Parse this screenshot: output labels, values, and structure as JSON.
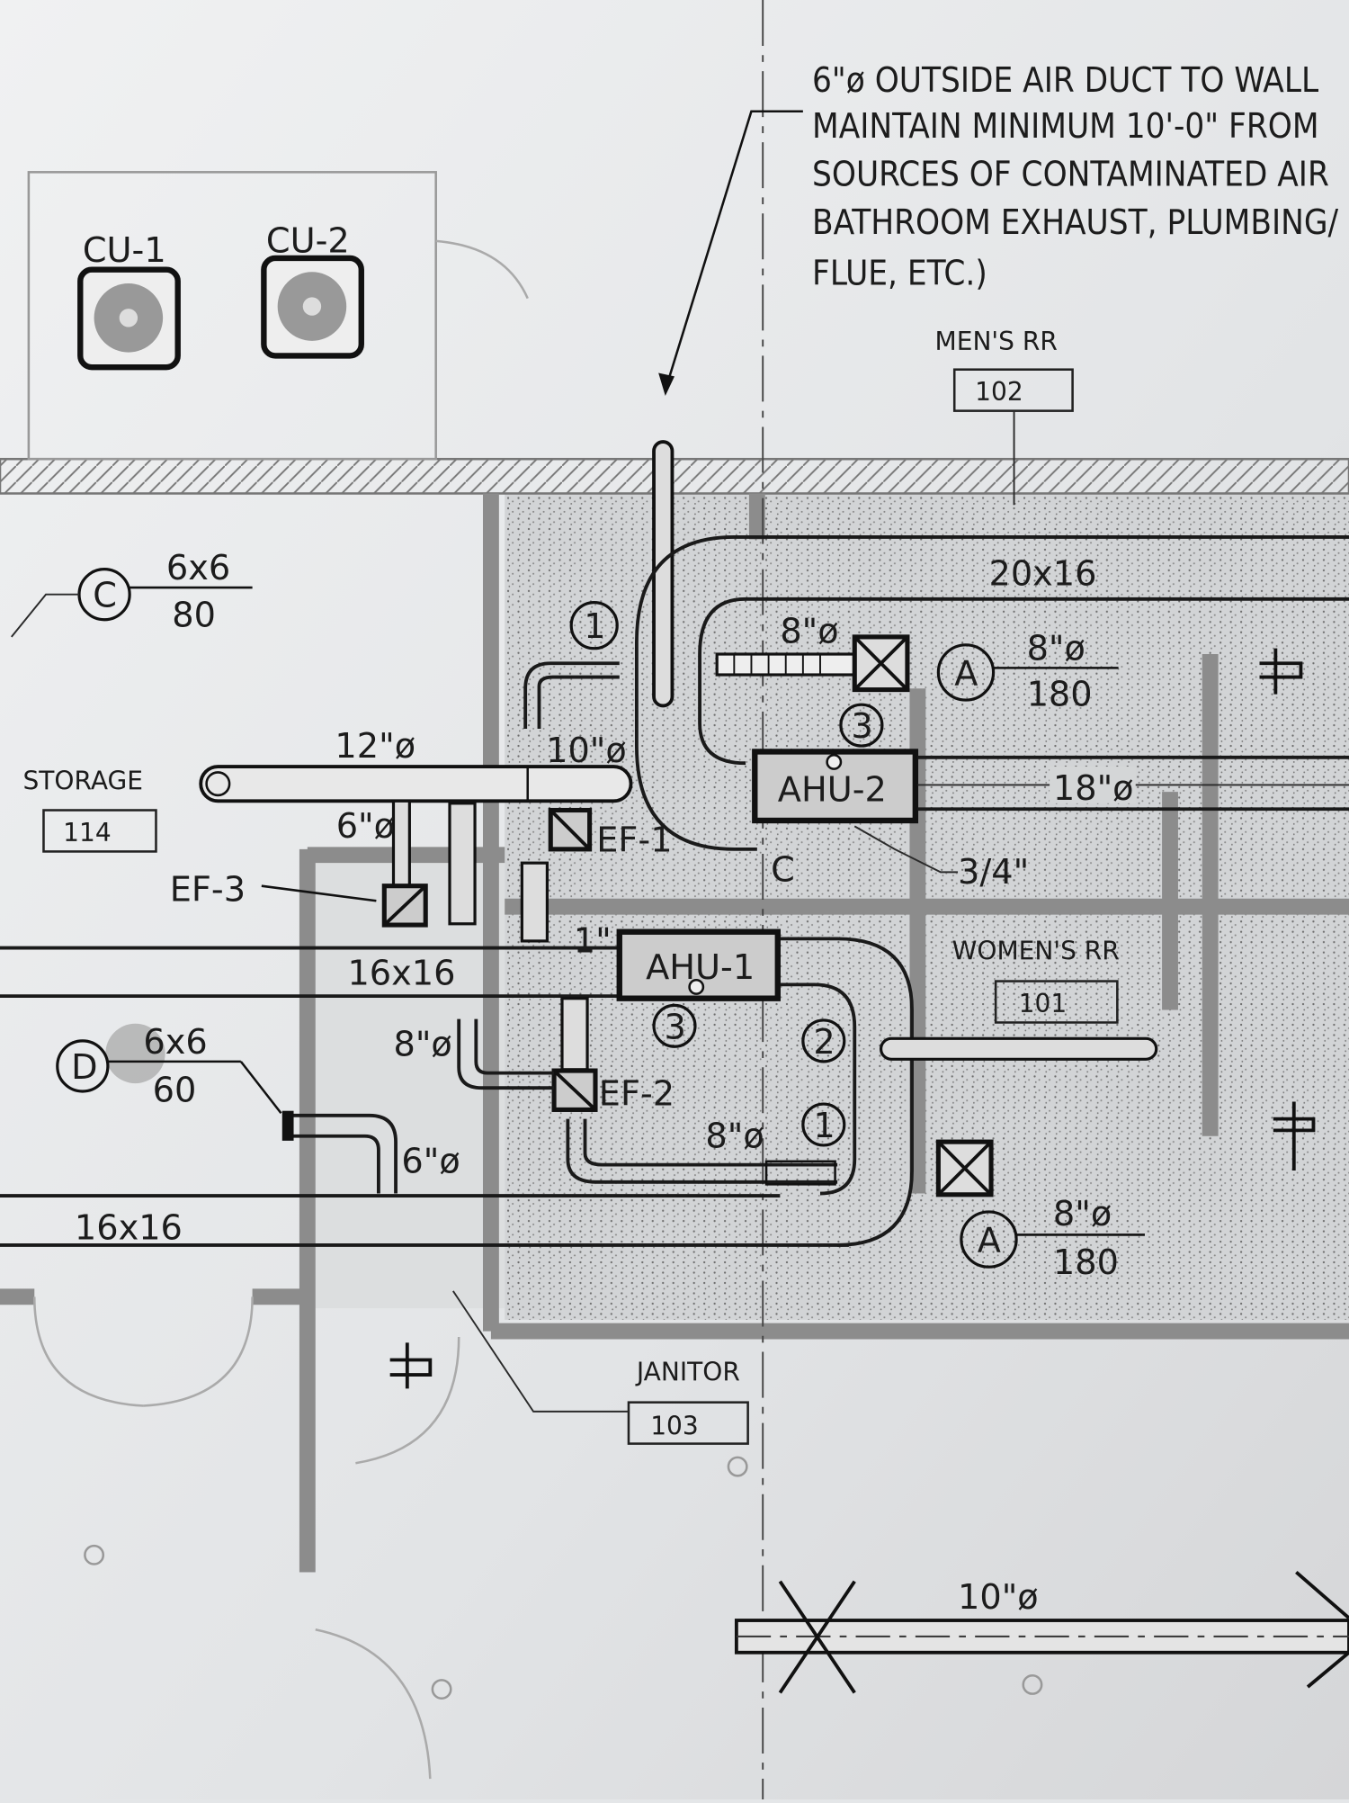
{
  "note": {
    "lines": [
      "6\"ø OUTSIDE AIR DUCT TO WALL",
      "MAINTAIN MINIMUM 10'-0\" FROM",
      "SOURCES OF CONTAMINATED AIR",
      "BATHROOM EXHAUST, PLUMBING/",
      "FLUE, ETC.)"
    ]
  },
  "equipment": {
    "cu1": "CU-1",
    "cu2": "CU-2",
    "ahu1": "AHU-1",
    "ahu2": "AHU-2",
    "ef1": "EF-1",
    "ef2": "EF-2",
    "ef3": "EF-3"
  },
  "rooms": {
    "mens": {
      "name": "MEN'S RR",
      "number": "102"
    },
    "womens": {
      "name": "WOMEN'S RR",
      "number": "101"
    },
    "storage": {
      "name": "STORAGE",
      "number": "114"
    },
    "janitor": {
      "name": "JANITOR",
      "number": "103"
    }
  },
  "ducts": {
    "main_top": "20x16",
    "ahu2_branch": "8\"ø",
    "ahu2_return": "18\"ø",
    "storage_main": "12\"ø",
    "ef1_duct": "10\"ø",
    "ef3_duct": "6\"ø",
    "left_main_1": "16x16",
    "left_main_2": "16x16",
    "ef2_duct": "8\"ø",
    "ahu1_branch": "8\"ø",
    "storage_branch": "6\"ø",
    "bottom_duct": "10\"ø",
    "condensate": "3/4\"",
    "drain": "1\""
  },
  "diffusers": {
    "a_top": {
      "tag": "A",
      "size": "8\"ø",
      "cfm": "180"
    },
    "a_bottom": {
      "tag": "A",
      "size": "8\"ø",
      "cfm": "180"
    },
    "c": {
      "tag": "C",
      "size": "6x6",
      "cfm": "80"
    },
    "d": {
      "tag": "D",
      "size": "6x6",
      "cfm": "60"
    }
  },
  "keynotes": {
    "k1_top": "1",
    "k3_top": "3",
    "k3_bottom": "3",
    "k2": "2",
    "k1_bottom": "1",
    "c_mark": "C"
  },
  "colors": {
    "paper": "#e4e6e8",
    "ink": "#1a1a1a",
    "wall": "#8c8c8c"
  }
}
